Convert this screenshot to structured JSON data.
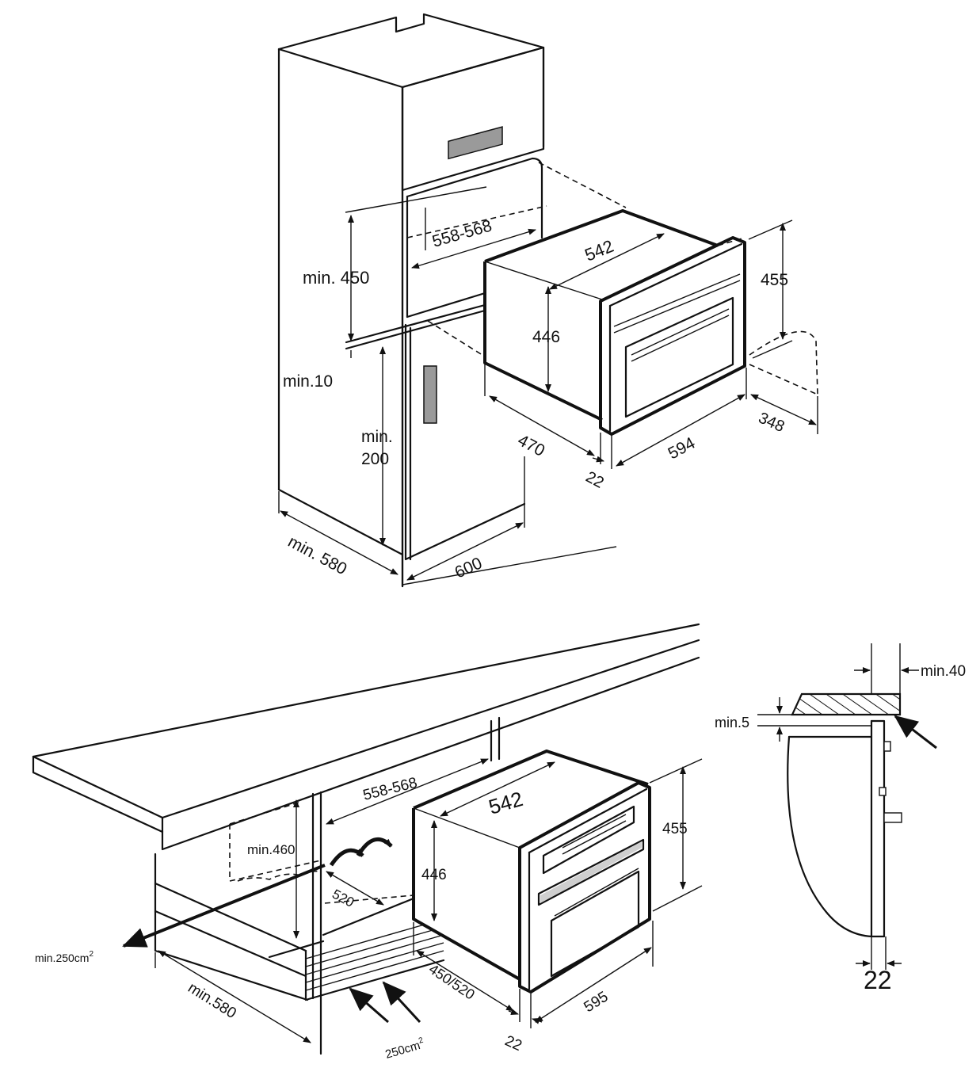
{
  "top_view": {
    "labels": {
      "cavity_width": "558-568",
      "oven_depth": "542",
      "min_height": "min. 450",
      "oven_front_height": "455",
      "oven_body_height": "446",
      "gap_top": "min.10",
      "base_min": "min.",
      "base_value": "200",
      "oven_side_depth": "470",
      "oven_width": "594",
      "door_projection": "348",
      "front_panel": "22",
      "cabinet_depth": "min.  580",
      "cabinet_width": "600"
    }
  },
  "bottom_view": {
    "labels": {
      "cavity_width": "558-568",
      "oven_depth": "542",
      "oven_front_height": "455",
      "min_height": "min.460",
      "oven_body_height": "446",
      "inner_depth": "520",
      "vent_rear": "min.250cm",
      "vent_rear_sup": "2",
      "oven_side_depth": "450/520",
      "oven_width": "595",
      "cabinet_depth": "min.580",
      "vent_front": "250cm",
      "vent_front_sup": "2",
      "front_panel": "22"
    }
  },
  "side_detail": {
    "labels": {
      "top_clearance": "min.40",
      "gap": "min.5",
      "front_panel": "22"
    }
  }
}
